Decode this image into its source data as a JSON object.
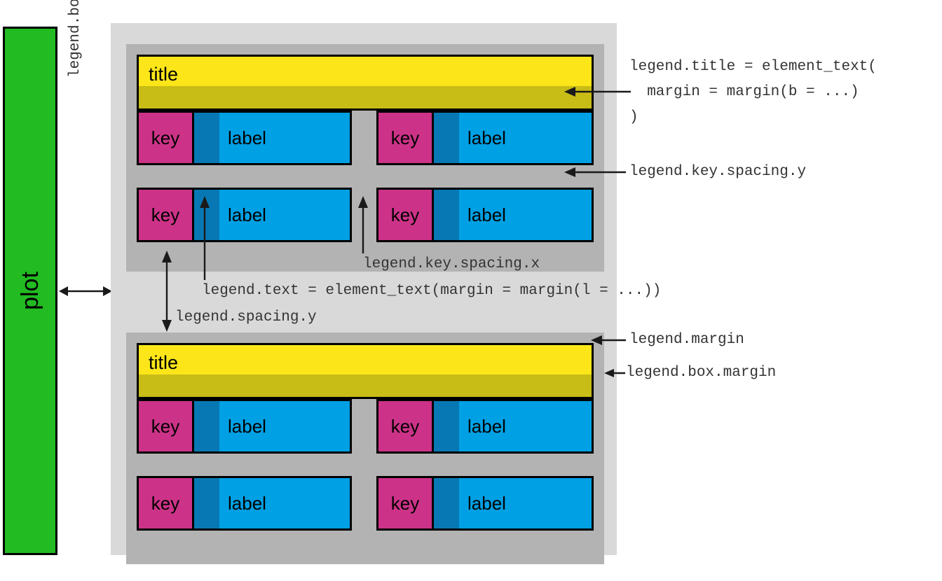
{
  "figure": {
    "type": "ggplot2 legend anatomy diagram",
    "background": "#ffffff"
  },
  "colors": {
    "plot_fill": "#22bb22",
    "legend_box_margin_fill": "#d9d9d9",
    "legend_margin_fill": "#b3b3b3",
    "title_fill": "#fce61a",
    "title_margin_fill": "#c8bc16",
    "key_fill": "#cc3388",
    "label_fill": "#00a0e4",
    "label_margin_fill": "#0878b4",
    "stroke": "#000000",
    "annotation_text": "#333333"
  },
  "plot": {
    "label": "plot"
  },
  "spacing_labels": {
    "box_spacing": "legend.box.spacing",
    "spacing_y": "legend.spacing.y",
    "key_spacing_x": "legend.key.spacing.x",
    "key_spacing_y": "legend.key.spacing.y",
    "legend_margin": "legend.margin",
    "legend_box_margin": "legend.box.margin"
  },
  "annotations": {
    "title_element": {
      "line1": "legend.title = element_text(",
      "line2": "  margin = margin(b = ...)",
      "line3": ")"
    },
    "text_element": "legend.text = element_text(margin = margin(l = ...))"
  },
  "legends": [
    {
      "id": "legend-1",
      "title": "title",
      "rows": [
        {
          "key": "key",
          "label": "label"
        },
        {
          "key": "key",
          "label": "label"
        },
        {
          "key": "key",
          "label": "label"
        },
        {
          "key": "key",
          "label": "label"
        }
      ]
    },
    {
      "id": "legend-2",
      "title": "title",
      "rows": [
        {
          "key": "key",
          "label": "label"
        },
        {
          "key": "key",
          "label": "label"
        },
        {
          "key": "key",
          "label": "label"
        },
        {
          "key": "key",
          "label": "label"
        }
      ]
    }
  ]
}
